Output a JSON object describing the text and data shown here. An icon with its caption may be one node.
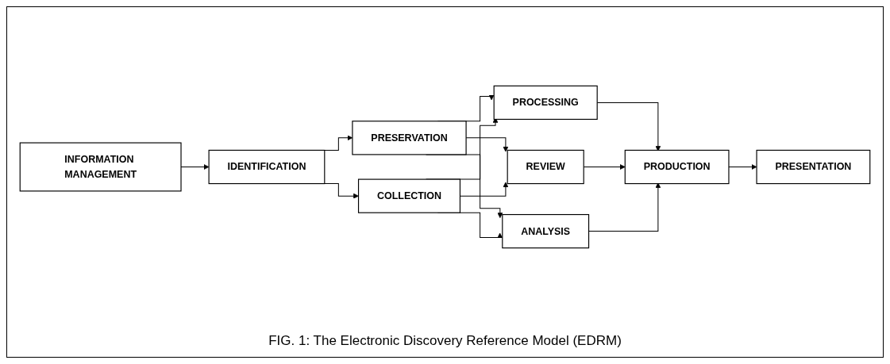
{
  "diagram": {
    "caption": "FIG. 1: The Electronic Discovery Reference Model (EDRM)",
    "nodes": [
      {
        "text": [
          "INFORMATION MANAGEMENT"
        ]
      },
      {
        "text": [
          "IDENTIFICATION"
        ]
      },
      {
        "text": [
          "PRESERVATION"
        ]
      },
      {
        "text": [
          "COLLECTION"
        ]
      },
      {
        "text": [
          "PROCESSING"
        ]
      },
      {
        "text": [
          "REVIEW"
        ]
      },
      {
        "text": [
          "ANALYSIS"
        ]
      },
      {
        "text": [
          "PRODUCTION"
        ]
      },
      {
        "text": [
          "PRESENTATION"
        ]
      }
    ],
    "edges": [
      {
        "from": 0,
        "to": 1,
        "arrow": "to"
      },
      {
        "from": 1,
        "to": 2,
        "arrow": "to"
      },
      {
        "from": 1,
        "to": 3,
        "arrow": "to"
      },
      {
        "from": 2,
        "to": 4,
        "arrow": "to"
      },
      {
        "from": 2,
        "to": 5,
        "arrow": "to"
      },
      {
        "from": 2,
        "to": 6,
        "arrow": "to"
      },
      {
        "from": 3,
        "to": 4,
        "arrow": "to"
      },
      {
        "from": 3,
        "to": 5,
        "arrow": "to"
      },
      {
        "from": 3,
        "to": 6,
        "arrow": "to"
      },
      {
        "from": 4,
        "to": 7,
        "arrow": "to"
      },
      {
        "from": 5,
        "to": 7,
        "arrow": "to"
      },
      {
        "from": 6,
        "to": 7,
        "arrow": "to"
      },
      {
        "from": 7,
        "to": 8,
        "arrow": "to"
      }
    ]
  }
}
